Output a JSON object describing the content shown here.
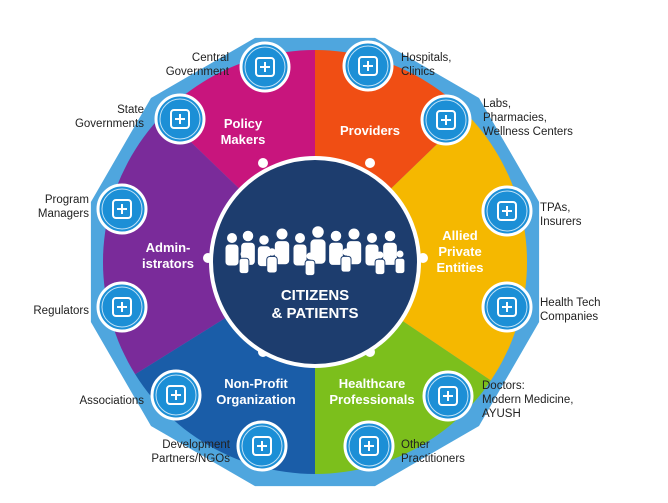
{
  "center": {
    "line1": "CITIZENS",
    "line2": "& PATIENTS",
    "color": "#1d3d6e"
  },
  "ring_color": "#4fa6de",
  "segments": [
    {
      "id": "policy",
      "lines": [
        "Policy",
        "Makers"
      ],
      "color": "#c8157d"
    },
    {
      "id": "providers",
      "lines": [
        "Providers"
      ],
      "color": "#f04e14"
    },
    {
      "id": "allied",
      "lines": [
        "Allied",
        "Private",
        "Entities"
      ],
      "color": "#f5b800"
    },
    {
      "id": "health",
      "lines": [
        "Healthcare",
        "Professionals"
      ],
      "color": "#7cbf1c"
    },
    {
      "id": "nonprofit",
      "lines": [
        "Non-Profit",
        "Organization"
      ],
      "color": "#1a5da8"
    },
    {
      "id": "admin",
      "lines": [
        "Admin-",
        "istrators"
      ],
      "color": "#7a2b9a"
    }
  ],
  "stakeholders": [
    {
      "id": "central-government",
      "icon": "emblem-icon",
      "lines": [
        "Central",
        "Government"
      ]
    },
    {
      "id": "hospitals",
      "icon": "hospital-icon",
      "lines": [
        "Hospitals,",
        "Clinics"
      ]
    },
    {
      "id": "labs",
      "icon": "lab-icon",
      "lines": [
        "Labs,",
        "Pharmacies,",
        "Wellness Centers"
      ]
    },
    {
      "id": "tpas",
      "icon": "heart-hands-icon",
      "lines": [
        "TPAs,",
        "Insurers"
      ]
    },
    {
      "id": "health-tech",
      "icon": "monitor-icon",
      "lines": [
        "Health Tech",
        "Companies"
      ]
    },
    {
      "id": "doctors",
      "icon": "doctor-icon",
      "lines": [
        "Doctors:",
        "Modern Medicine,",
        "AYUSH"
      ]
    },
    {
      "id": "other-practitioners",
      "icon": "practitioner-icon",
      "lines": [
        "Other",
        "Practitioners"
      ]
    },
    {
      "id": "development-partners",
      "icon": "network-icon",
      "lines": [
        "Development",
        "Partners/NGOs"
      ]
    },
    {
      "id": "associations",
      "icon": "people-group-icon",
      "lines": [
        "Associations"
      ]
    },
    {
      "id": "regulators",
      "icon": "certificate-icon",
      "lines": [
        "Regulators"
      ]
    },
    {
      "id": "program-managers",
      "icon": "org-chart-icon",
      "lines": [
        "Program",
        "Managers"
      ]
    },
    {
      "id": "state-governments",
      "icon": "building-icon",
      "lines": [
        "State",
        "Governments"
      ]
    }
  ]
}
